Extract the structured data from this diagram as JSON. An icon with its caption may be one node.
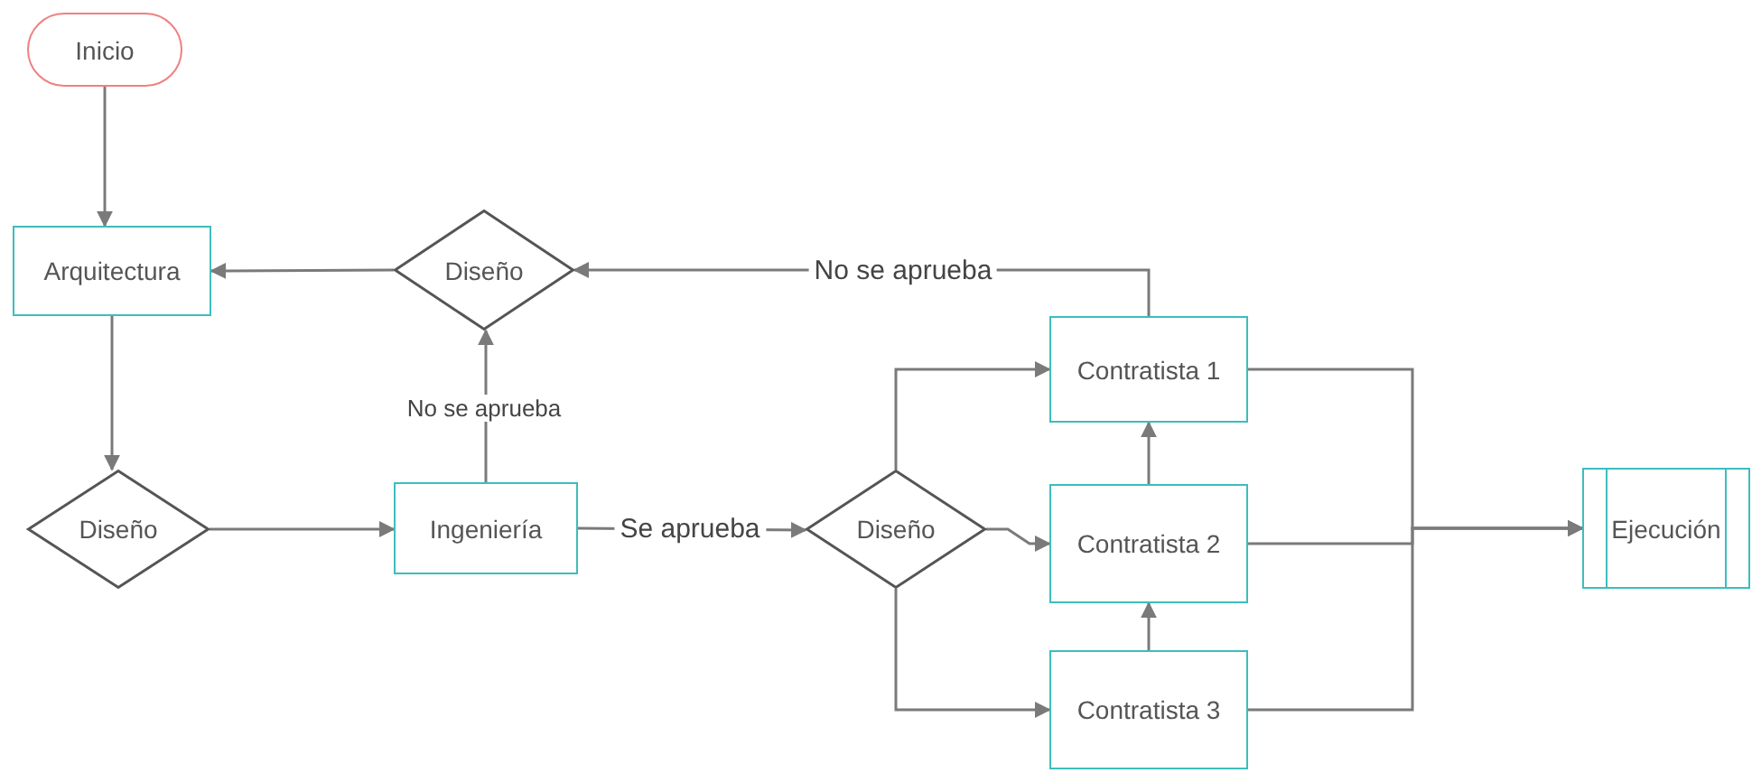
{
  "diagram": {
    "nodes": [
      {
        "text": [
          "Inicio"
        ]
      },
      {
        "text": [
          "Arquitectura"
        ]
      },
      {
        "text": [
          "Diseño"
        ]
      },
      {
        "text": [
          "Diseño"
        ]
      },
      {
        "text": [
          "Ingeniería"
        ]
      },
      {
        "text": [
          "Diseño"
        ]
      },
      {
        "text": [
          "Contratista 1"
        ]
      },
      {
        "text": [
          "Contratista 2"
        ]
      },
      {
        "text": [
          "Contratista 3"
        ]
      },
      {
        "text": [
          "Ejecución"
        ]
      }
    ],
    "edges": [
      {
        "from": 0,
        "to": 1,
        "arrow": "to"
      },
      {
        "from": 1,
        "to": 3,
        "arrow": "to"
      },
      {
        "from": 3,
        "to": 4,
        "arrow": "to"
      },
      {
        "from": 4,
        "to": 2,
        "arrow": "to",
        "label": "No se aprueba"
      },
      {
        "from": 2,
        "to": 1,
        "arrow": "to"
      },
      {
        "from": 4,
        "to": 5,
        "arrow": "to",
        "label": "Se aprueba"
      },
      {
        "from": 5,
        "to": 6,
        "arrow": "to"
      },
      {
        "from": 5,
        "to": 7,
        "arrow": "to"
      },
      {
        "from": 5,
        "to": 8,
        "arrow": "to"
      },
      {
        "from": 7,
        "to": 6,
        "arrow": "to"
      },
      {
        "from": 8,
        "to": 7,
        "arrow": "to"
      },
      {
        "from": 6,
        "to": 2,
        "arrow": "to",
        "label": "No se aprueba"
      },
      {
        "from": 6,
        "to": 9,
        "arrow": "to"
      },
      {
        "from": 7,
        "to": 9,
        "arrow": "to"
      },
      {
        "from": 8,
        "to": 9,
        "arrow": "to"
      }
    ]
  }
}
